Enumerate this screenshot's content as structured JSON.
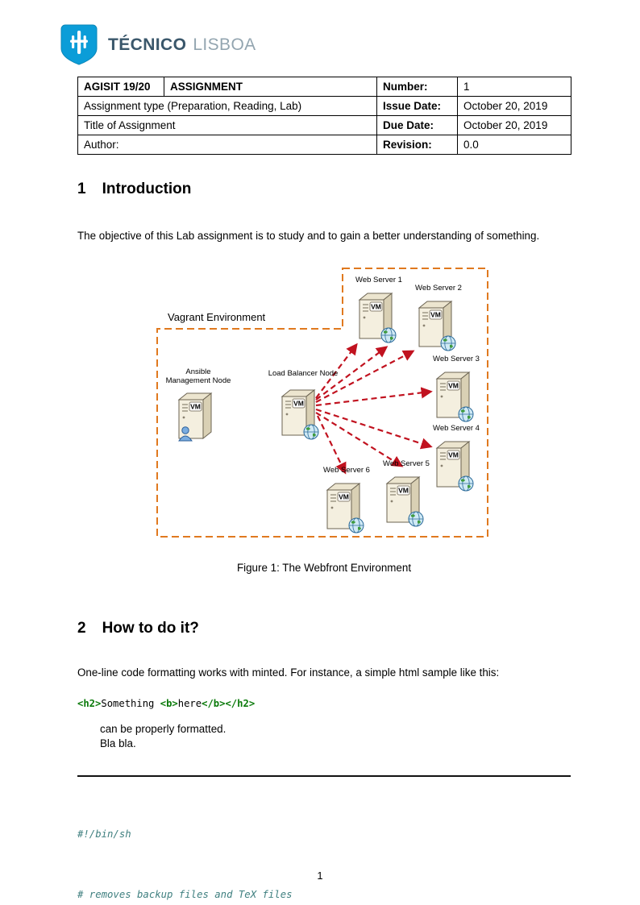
{
  "logo": {
    "brand_bold": "TÉCNICO",
    "brand_light": "LISBOA"
  },
  "header_table": {
    "r1c1": "AGISIT 19/20",
    "r1c2": "ASSIGNMENT",
    "r1c3": "Number:",
    "r1c4": "1",
    "r2c1": "Assignment type (Preparation, Reading, Lab)",
    "r2c3": "Issue Date:",
    "r2c4": "October 20, 2019",
    "r3c1": "Title of Assignment",
    "r3c3": "Due Date:",
    "r3c4": "October 20, 2019",
    "r4c1": "Author:",
    "r4c3": "Revision:",
    "r4c4": "0.0"
  },
  "sections": {
    "s1": {
      "number": "1",
      "title": "Introduction",
      "body": "The objective of this Lab assignment is to study and to gain a better understanding of something."
    },
    "s2": {
      "number": "2",
      "title": "How to do it?",
      "body": "One-line code formatting works with minted. For instance, a simple html sample like this:",
      "after_code_1": "can be properly formatted.",
      "after_code_2": "Bla bla."
    }
  },
  "figure": {
    "env_label": "Vagrant Environment",
    "caption": "Figure 1: The Webfront Environment",
    "vm_label": "VM",
    "nodes": {
      "ansible_line1": "Ansible",
      "ansible_line2": "Management Node",
      "load_balancer": "Load Balancer Node",
      "ws1": "Web Server 1",
      "ws2": "Web Server 2",
      "ws3": "Web Server 3",
      "ws4": "Web Server 4",
      "ws5": "Web Server 5",
      "ws6": "Web Server 6"
    },
    "colors": {
      "env_border": "#E0791F",
      "arrow": "#C1121F",
      "server_body": "#F4EFDF"
    }
  },
  "code_inline": {
    "t1": "<h2>",
    "t2": "Something ",
    "t3": "<b>",
    "t4": "here",
    "t5": "</b>",
    "t6": "</h2>"
  },
  "code_block": {
    "line1": "#!/bin/sh",
    "line2": "# removes backup files and TeX files"
  },
  "page_number": "1"
}
